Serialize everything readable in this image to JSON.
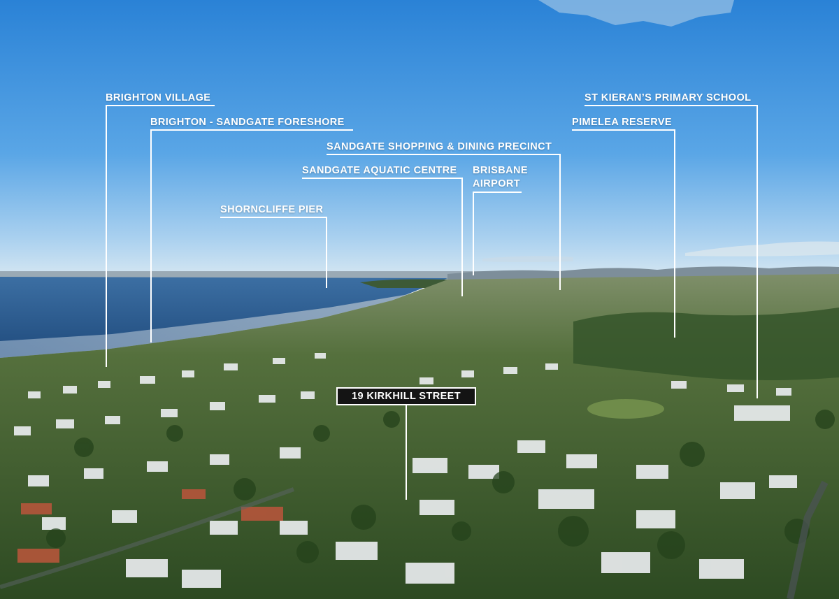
{
  "labels": {
    "brighton_village": "BRIGHTON VILLAGE",
    "brighton_sandgate_foreshore": "BRIGHTON - SANDGATE FORESHORE",
    "sandgate_shopping": "SANDGATE SHOPPING & DINING PRECINCT",
    "sandgate_aquatic": "SANDGATE AQUATIC CENTRE",
    "brisbane_airport": "BRISBANE\nAIRPORT",
    "shorncliffe_pier": "SHORNCLIFFE PIER",
    "st_kierans": "ST KIERAN’S PRIMARY SCHOOL",
    "pimelea_reserve": "PIMELEA RESERVE"
  },
  "address": "19 KIRKHILL STREET",
  "colors": {
    "sky_top": "#2f86d8",
    "sky_horizon": "#cfe4f2",
    "bay": "#2a5a8f",
    "foliage": "#2e5a22",
    "label": "#ffffff",
    "address_bg": "#141414"
  }
}
